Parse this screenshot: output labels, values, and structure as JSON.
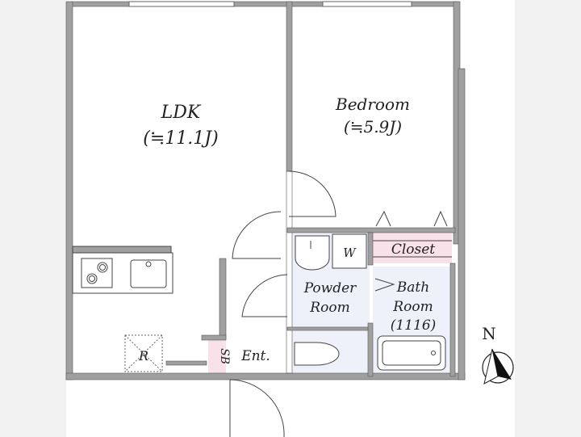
{
  "rooms": {
    "ldk": {
      "name": "LDK",
      "area": "(≒11.1J)"
    },
    "bedroom": {
      "name": "Bedroom",
      "area": "(≒5.9J)"
    },
    "closet": {
      "name": "Closet"
    },
    "washer": {
      "name": "W"
    },
    "powder_room": {
      "name_line1": "Powder",
      "name_line2": "Room"
    },
    "bath_room": {
      "name_line1": "Bath",
      "name_line2": "Room",
      "size": "(1116)"
    },
    "refrigerator": {
      "name": "R"
    },
    "shoe_box": {
      "name": "SB"
    },
    "entrance": {
      "name": "Ent."
    }
  },
  "compass": {
    "label": "N"
  },
  "colors": {
    "wall": "#a0a0a0",
    "wet_area": "#eef0fa",
    "closet": "#f8e1e8",
    "side_bg": "#f2f2f2"
  }
}
